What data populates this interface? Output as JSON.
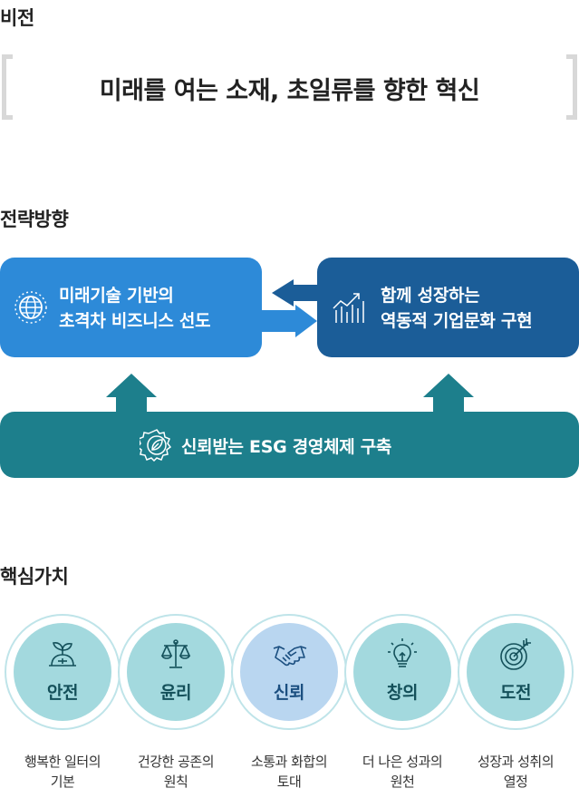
{
  "vision": {
    "heading": "비전",
    "statement": "미래를 여는 소재, 초일류를 향한 혁신"
  },
  "strategy": {
    "heading": "전략방향",
    "left_box": {
      "line1": "미래기술 기반의",
      "line2": "초격차 비즈니스 선도",
      "icon": "globe-icon"
    },
    "right_box": {
      "line1": "함께 성장하는",
      "line2": "역동적 기업문화 구현",
      "icon": "growth-chart-icon"
    },
    "bottom_box": {
      "label": "신뢰받는 ESG 경영체제 구축",
      "icon": "gear-leaf-icon"
    },
    "colors": {
      "left": "#2d8ad8",
      "right": "#1b5d98",
      "bottom": "#1d7f8c"
    }
  },
  "values": {
    "heading": "핵심가치",
    "items": [
      {
        "label": "안전",
        "icon": "helmet-sprout-icon",
        "desc1": "행복한 일터의",
        "desc2": "기본"
      },
      {
        "label": "윤리",
        "icon": "scales-icon",
        "desc1": "건강한 공존의",
        "desc2": "원칙"
      },
      {
        "label": "신뢰",
        "icon": "handshake-icon",
        "desc1": "소통과 화합의",
        "desc2": "토대"
      },
      {
        "label": "창의",
        "icon": "lightbulb-icon",
        "desc1": "더 나은 성과의",
        "desc2": "원천"
      },
      {
        "label": "도전",
        "icon": "target-icon",
        "desc1": "성장과 성취의",
        "desc2": "열정"
      }
    ]
  }
}
